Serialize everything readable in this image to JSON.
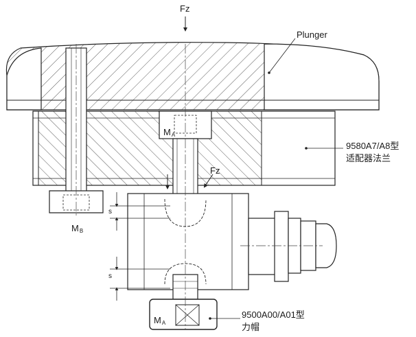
{
  "diagram": {
    "labels": {
      "force_top": "Fz",
      "force_side": "Fz",
      "plunger": "Plunger",
      "adapter_model": "9580A7/A8型",
      "adapter_name": "适配器法兰",
      "cap_model": "9500A00/A01型",
      "cap_name": "力帽",
      "torque_a_main": "M",
      "torque_a_sub": "A",
      "torque_a2_main": "M",
      "torque_a2_sub": "A",
      "torque_b_main": "M",
      "torque_b_sub": "B",
      "gap_upper": "s",
      "gap_lower": "s"
    }
  }
}
